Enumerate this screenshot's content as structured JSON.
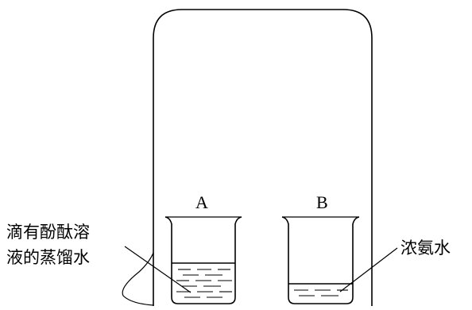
{
  "beakers": {
    "a": {
      "label": "A"
    },
    "b": {
      "label": "B"
    }
  },
  "callouts": {
    "left_line1": "滴有酚酞溶",
    "left_line2": "液的蒸馏水",
    "right": "浓氨水"
  },
  "colors": {
    "ink": "#000000",
    "background": "#ffffff"
  }
}
